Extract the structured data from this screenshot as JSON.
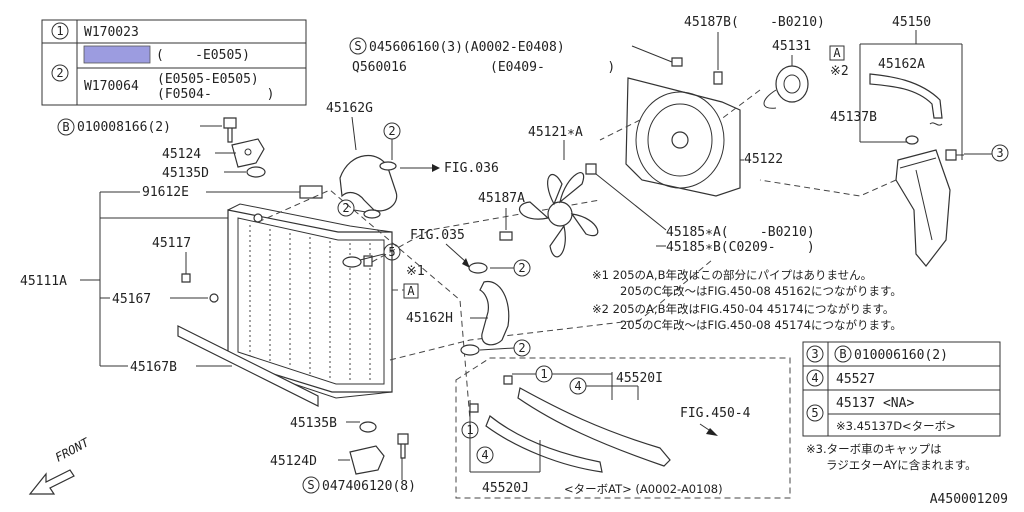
{
  "top_table": {
    "row1_num": "1",
    "row1_val": "W170023",
    "row2_num": "2",
    "row2_paren": "(    -E0505)",
    "row2_val": "W170064",
    "row2_range1": "(E0505-E0505)",
    "row2_range2": "(F0504-       )"
  },
  "bolt_top": {
    "mark": "B",
    "code": "010008166(2)"
  },
  "parts": {
    "p45124_top": "45124",
    "p45135D": "45135D",
    "p91612E": "91612E",
    "p45117": "45117",
    "p45111A": "45111A",
    "p45167": "45167",
    "p45167B": "45167B",
    "p45135B": "45135B",
    "p45124D": "45124D",
    "p45162G": "45162G",
    "fig036": "FIG.036",
    "fig035": "FIG.035",
    "p45162H": "45162H",
    "p45187A": "45187A",
    "p45121A": "45121∗A",
    "p45122": "45122",
    "p45185A": "45185∗A(    -B0210)",
    "p45185B": "45185∗B(C0209-    )",
    "p45187B": "45187B(    -B0210)",
    "p45131": "45131",
    "p45150": "45150",
    "p45162A": "45162A",
    "p45137B": "45137B",
    "p45520I": "45520I",
    "p45520J": "45520J",
    "fig450_4": "FIG.450-4",
    "turbo_at": "<ターボAT> (A0002-A0108)",
    "front": "FRONT",
    "catalog": "A450001209",
    "star1": "※1",
    "star2": "※2",
    "boxA": "A"
  },
  "screw_top": {
    "mark": "S",
    "code": "045606160(3)(A0002-E0408)",
    "code2": "Q560016",
    "range2": "(E0409-        )"
  },
  "screw_bottom": {
    "mark": "S",
    "code": "047406120(8)"
  },
  "circles": {
    "c1": "1",
    "c2": "2",
    "c3": "3",
    "c4": "4",
    "c5": "5"
  },
  "notes": {
    "n1a": "※1  205のA,B年改はこの部分にパイプはありません。",
    "n1b": "205のC年改～はFIG.450-08 45162につながります。",
    "n2a": "※2  205のA,B年改はFIG.450-04 45174につながります。",
    "n2b": "205のC年改～はFIG.450-08 45174につながります。",
    "n3a": "※3.ターボ車のキャップは",
    "n3b": "ラジエターAYに含まれます。"
  },
  "right_table": {
    "r3_num": "3",
    "r3_mark": "B",
    "r3_val": "010006160(2)",
    "r4_num": "4",
    "r4_val": "45527",
    "r5_num": "5",
    "r5_val": "45137 <NA>",
    "r5_val2": "※3.45137D<ターボ>"
  }
}
